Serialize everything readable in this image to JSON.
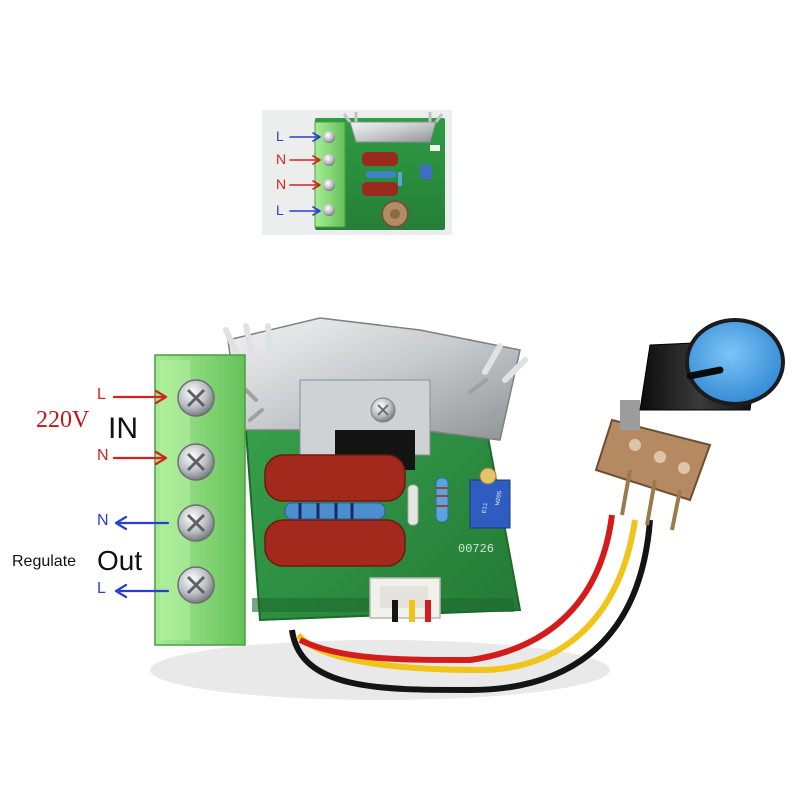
{
  "colors": {
    "live": "#2a3fd0",
    "neutral": "#d42222",
    "board": "#2f9b48",
    "terminal": "#8be07a",
    "heatsink": "#c9cccf",
    "knob": "#3d9be6",
    "wire_red": "#d51c1c",
    "wire_yellow": "#f0c419",
    "wire_black": "#141414",
    "text_dark": "#111111"
  },
  "thumbnail": {
    "pins": [
      {
        "label": "L",
        "icon": "arrow-right-icon",
        "color": "#2a3fd0"
      },
      {
        "label": "N",
        "icon": "arrow-right-icon",
        "color": "#d42222"
      },
      {
        "label": "N",
        "icon": "arrow-right-icon",
        "color": "#d42222"
      },
      {
        "label": "L",
        "icon": "arrow-right-icon",
        "color": "#2a3fd0"
      }
    ]
  },
  "main": {
    "input_pins": [
      {
        "label": "L",
        "icon": "arrow-right-icon",
        "color": "#d42222"
      },
      {
        "label": "N",
        "icon": "arrow-right-icon",
        "color": "#d42222"
      }
    ],
    "output_pins": [
      {
        "label": "N",
        "icon": "arrow-left-icon",
        "color": "#2a3fd0"
      },
      {
        "label": "L",
        "icon": "arrow-left-icon",
        "color": "#2a3fd0"
      }
    ],
    "voltage": "220V",
    "in_label": "IN",
    "regulate_label": "Regulate",
    "out_label": "Out",
    "pcb_code": "00726",
    "trimmer_marking": "W205",
    "trimmer_value": "E11"
  }
}
